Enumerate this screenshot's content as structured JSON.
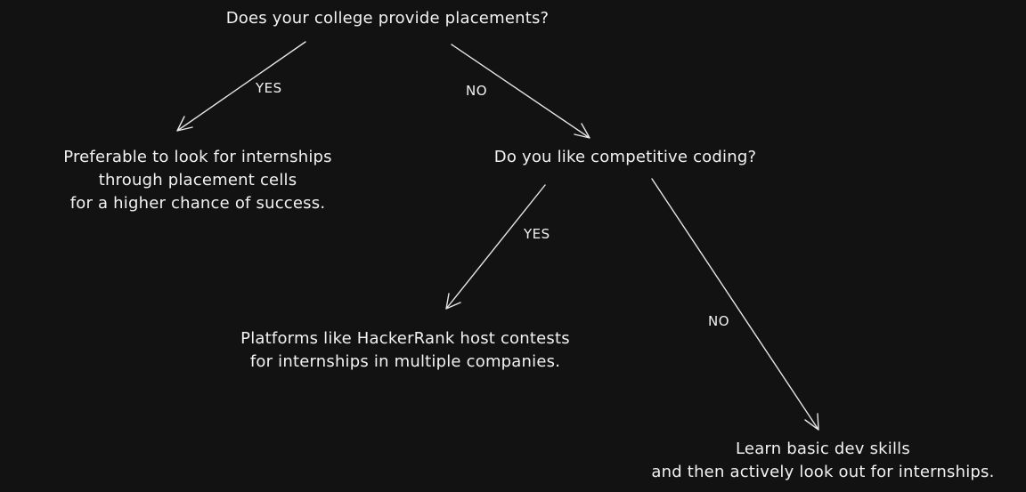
{
  "colors": {
    "background": "#121212",
    "stroke": "#e6e6e6",
    "text": "#f2f2f2"
  },
  "nodes": {
    "q1": {
      "lines": [
        "Does your college provide placements?"
      ]
    },
    "a_yes": {
      "lines": [
        "Preferable to look for internships",
        "through placement cells",
        "for a higher chance of success."
      ]
    },
    "q2": {
      "lines": [
        "Do you like competitive coding?"
      ]
    },
    "a2_yes": {
      "lines": [
        "Platforms like HackerRank host contests",
        "for internships in multiple companies."
      ]
    },
    "a2_no": {
      "lines": [
        "Learn basic dev skills",
        "and then actively look out for internships."
      ]
    }
  },
  "edges": {
    "q1_yes": {
      "label": "YES"
    },
    "q1_no": {
      "label": "NO"
    },
    "q2_yes": {
      "label": "YES"
    },
    "q2_no": {
      "label": "NO"
    }
  }
}
